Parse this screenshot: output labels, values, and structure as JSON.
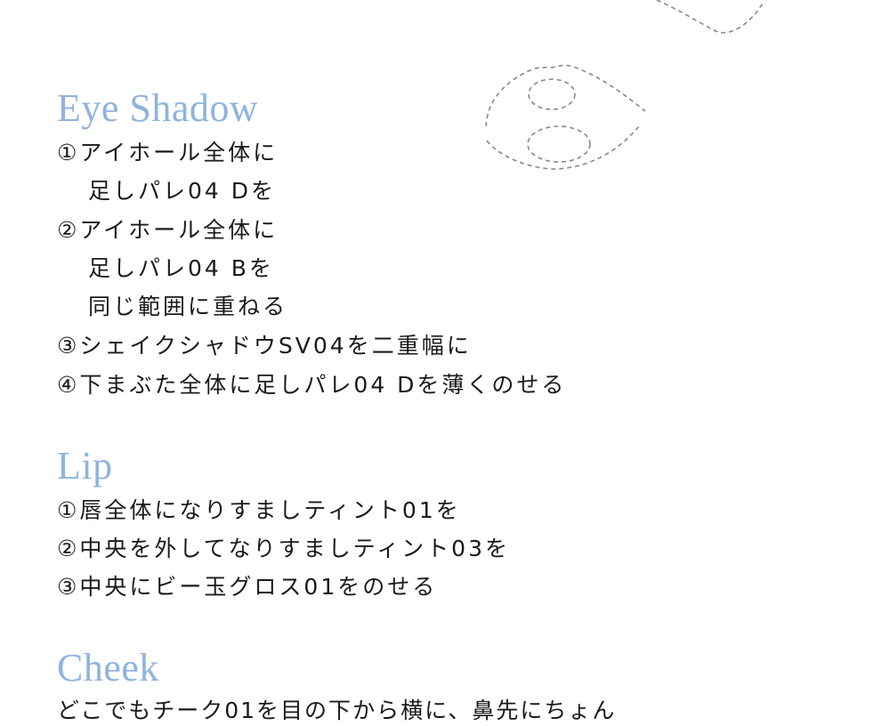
{
  "colors": {
    "heading": "#8fb3de",
    "body_text": "#1a1a1a",
    "illustration_stroke": "#888888"
  },
  "illustration": {
    "icon": "face-guide-dashed-outline"
  },
  "eye_shadow": {
    "heading": "Eye Shadow",
    "lines": [
      "①アイホール全体に",
      "足しパレ04 Dを",
      "②アイホール全体に",
      "足しパレ04 Bを",
      "同じ範囲に重ねる",
      "③シェイクシャドウSV04を二重幅に",
      "④下まぶた全体に足しパレ04 Dを薄くのせる"
    ]
  },
  "lip": {
    "heading": "Lip",
    "lines": [
      "①唇全体になりすましティント01を",
      "②中央を外してなりすましティント03を",
      "③中央にビー玉グロス01をのせる"
    ]
  },
  "cheek": {
    "heading": "Cheek",
    "lines": [
      "どこでもチーク01を目の下から横に、鼻先にちょん"
    ]
  }
}
